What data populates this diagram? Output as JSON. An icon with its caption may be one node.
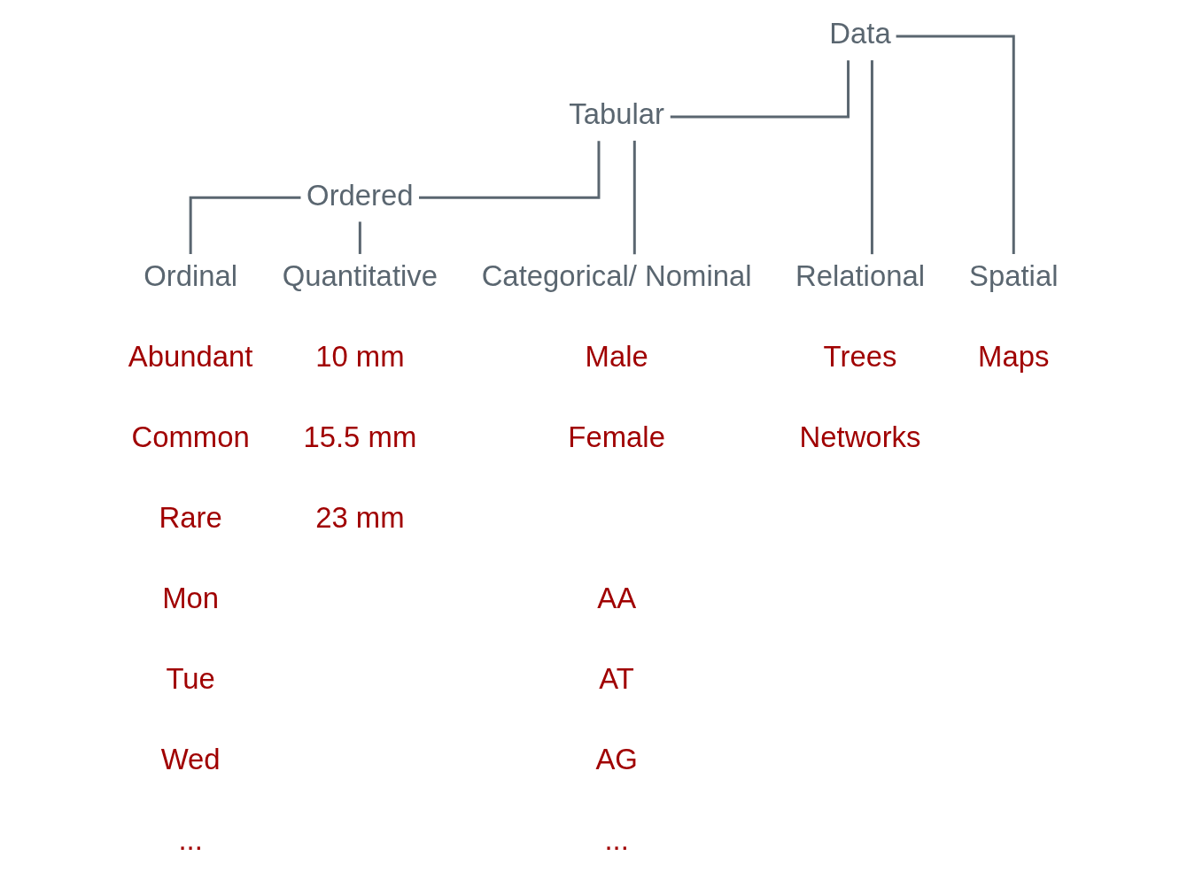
{
  "diagram": {
    "nodes": [
      {
        "text": [
          "Data"
        ]
      },
      {
        "text": [
          "Tabular"
        ]
      },
      {
        "text": [
          "Ordered"
        ]
      },
      {
        "text": [
          "Categorical/ Nominal"
        ]
      },
      {
        "text": [
          "Ordinal"
        ]
      },
      {
        "text": [
          "Quantitative"
        ]
      },
      {
        "text": [
          "Relational"
        ]
      },
      {
        "text": [
          "Spatial"
        ]
      }
    ],
    "edges": [
      {
        "from": 0,
        "to": 1,
        "arrow": "none"
      },
      {
        "from": 0,
        "to": 6,
        "arrow": "none"
      },
      {
        "from": 0,
        "to": 7,
        "arrow": "none"
      },
      {
        "from": 1,
        "to": 3,
        "arrow": "none"
      },
      {
        "from": 1,
        "to": 2,
        "arrow": "none"
      },
      {
        "from": 2,
        "to": 4,
        "arrow": "none"
      },
      {
        "from": 2,
        "to": 5,
        "arrow": "none"
      }
    ],
    "labels": [
      "Male",
      "Abundant",
      "10 mm",
      "Trees",
      "Maps",
      "Female",
      "Common",
      "15.5 mm",
      "Networks",
      "Rare",
      "23 mm",
      "AA",
      "Mon",
      "AT",
      "Tue",
      "AG",
      "Wed",
      "...",
      "..."
    ]
  }
}
